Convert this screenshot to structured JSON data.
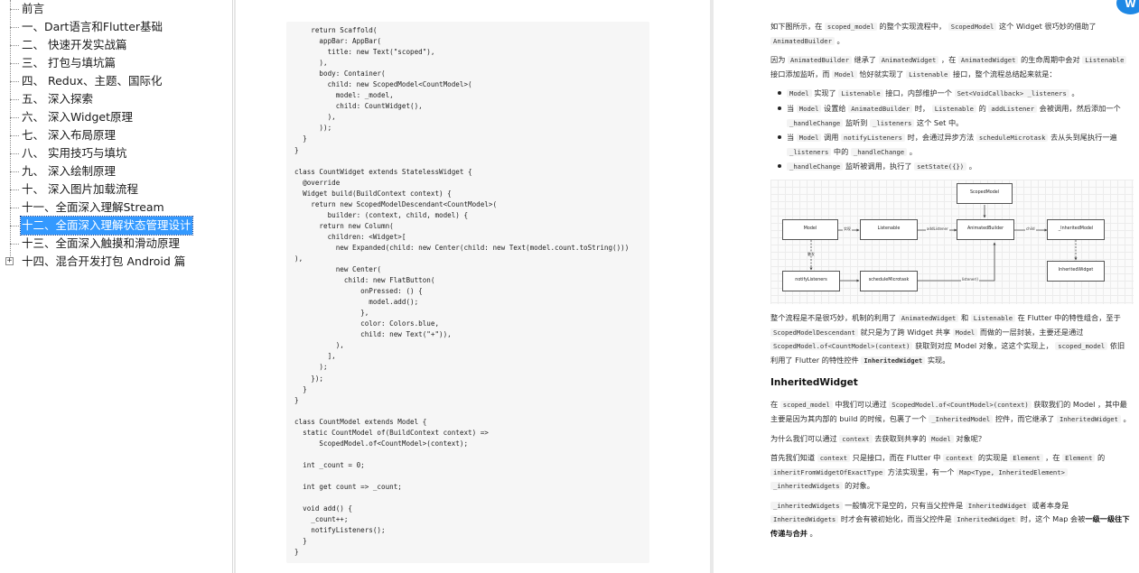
{
  "toc": {
    "items": [
      {
        "label": "前言",
        "selected": false,
        "expandable": false
      },
      {
        "label": "一、Dart语言和Flutter基础",
        "selected": false,
        "expandable": false
      },
      {
        "label": "二、 快速开发实战篇",
        "selected": false,
        "expandable": false
      },
      {
        "label": "三、 打包与填坑篇",
        "selected": false,
        "expandable": false
      },
      {
        "label": "四、 Redux、主题、国际化",
        "selected": false,
        "expandable": false
      },
      {
        "label": "五、 深入探索",
        "selected": false,
        "expandable": false
      },
      {
        "label": "六、 深入Widget原理",
        "selected": false,
        "expandable": false
      },
      {
        "label": "七、 深入布局原理",
        "selected": false,
        "expandable": false
      },
      {
        "label": "八、 实用技巧与填坑",
        "selected": false,
        "expandable": false
      },
      {
        "label": "九、 深入绘制原理",
        "selected": false,
        "expandable": false
      },
      {
        "label": "十、 深入图片加载流程",
        "selected": false,
        "expandable": false
      },
      {
        "label": "十一、全面深入理解Stream",
        "selected": false,
        "expandable": false
      },
      {
        "label": "十二、全面深入理解状态管理设计",
        "selected": true,
        "expandable": false
      },
      {
        "label": "十三、全面深入触摸和滑动原理",
        "selected": false,
        "expandable": false
      },
      {
        "label": "十四、混合开发打包 Android 篇",
        "selected": false,
        "expandable": true
      }
    ],
    "expander_symbol": "+"
  },
  "code": {
    "text": "    return Scaffold(\n      appBar: AppBar(\n        title: new Text(\"scoped\"),\n      ),\n      body: Container(\n        child: new ScopedModel<CountModel>(\n          model: _model,\n          child: CountWidget(),\n        ),\n      ));\n  }\n}\n\nclass CountWidget extends StatelessWidget {\n  @override\n  Widget build(BuildContext context) {\n    return new ScopedModelDescendant<CountModel>(\n        builder: (context, child, model) {\n      return new Column(\n        children: <Widget>[\n          new Expanded(child: new Center(child: new Text(model.count.toString()))\n),\n          new Center(\n            child: new FlatButton(\n                onPressed: () {\n                  model.add();\n                },\n                color: Colors.blue,\n                child: new Text(\"+\")),\n          ),\n        ],\n      );\n    });\n  }\n}\n\nclass CountModel extends Model {\n  static CountModel of(BuildContext context) =>\n      ScopedModel.of<CountModel>(context);\n\n  int _count = 0;\n\n  int get count => _count;\n\n  void add() {\n    _count++;\n    notifyListeners();\n  }\n}"
  },
  "article": {
    "p1": {
      "a": "如下图所示，在 ",
      "c1": "scoped_model",
      "b": " 的整个实现流程中， ",
      "c2": "ScopedModel",
      "c": " 这个 Widget 很巧妙的借助了 ",
      "c3": "AnimatedBuilder",
      "d": " 。"
    },
    "p2": {
      "a": "因为 ",
      "c1": "AnimatedBuilder",
      "b": " 继承了 ",
      "c2": "AnimatedWidget",
      "c": " ，在 ",
      "c3": "AnimatedWidget",
      "d": " 的生命周期中会对 ",
      "c4": "Listenable",
      "e": " 接口添加监听，而 ",
      "c5": "Model",
      "f": " 恰好就实现了 ",
      "c6": "Listenable",
      "g": " 接口，整个流程总结起来就是："
    },
    "bullets": [
      {
        "c1": "Model",
        "a": " 实现了 ",
        "c2": "Listenable",
        "b": " 接口，内部维护一个 ",
        "c3": "Set<VoidCallback> _listeners",
        "c": " 。"
      },
      {
        "pre": "当 ",
        "c1": "Model",
        "a": " 设置给 ",
        "c2": "AnimatedBuilder",
        "b": " 时， ",
        "c3": "Listenable",
        "c": " 的 ",
        "c4": "addListener",
        "d": " 会被调用，然后添加一个 ",
        "c5": "_handleChange",
        "e": " 监听到 ",
        "c6": "_listeners",
        "f": " 这个 Set 中。"
      },
      {
        "pre": "当 ",
        "c1": "Model",
        "a": " 调用 ",
        "c2": "notifyListeners",
        "b": " 时，会通过异步方法 ",
        "c3": "scheduleMicrotask",
        "c": " 去从头到尾执行一遍 ",
        "c4": "_listeners",
        "d": " 中的 ",
        "c5": "_handleChange",
        "e": " 。"
      },
      {
        "c1": "_handleChange",
        "a": " 监听被调用，执行了 ",
        "c2": "setState({})",
        "b": " 。"
      }
    ],
    "diagram": {
      "nodes": {
        "scoped_model": "ScopedModel",
        "model": "Model",
        "listenable": "Listenable",
        "animated_builder": "AnimatedBuilder",
        "inherited_model": "_InheritedModel",
        "inherited_widget": "InheritedWidget",
        "notify_listeners": "notifyListeners",
        "schedule_microtask": "scheduleMicrotask"
      },
      "edge_labels": {
        "impl": "实现",
        "add_listener": "addListener",
        "child": "child",
        "trigger": "触发",
        "listener": "listener()"
      }
    },
    "p3": {
      "a": "整个流程是不是很巧妙，机制的利用了 ",
      "c1": "AnimatedWidget",
      "b": " 和 ",
      "c2": "Listenable",
      "c": " 在 Flutter 中的特性组合，至于 ",
      "c3": "ScopedModelDescendant",
      "d": " 就只是为了跨 Widget 共享 ",
      "c4": "Model",
      "e": " 而做的一层封装，主要还是通过 ",
      "c5": "ScopedModel.of<CountModel>(context)",
      "f": " 获取到对应 Model 对象，这这个实现上， ",
      "c6": "scoped_model",
      "g": " 依旧利用了 Flutter 的特性控件 ",
      "c7": "InheritedWidget",
      "h": " 实现。"
    },
    "h_inherited": "InheritedWidget",
    "p4": {
      "a": "在 ",
      "c1": "scoped_model",
      "b": " 中我们可以通过 ",
      "c2": "ScopedModel.of<CountModel>(context)",
      "c": " 获取我们的 Model ，其中最主要是因为其内部的 build 的时候，包裹了一个 ",
      "c3": "_InheritedModel",
      "d": " 控件，而它继承了 ",
      "c4": "InheritedWidget",
      "e": " 。"
    },
    "p5": {
      "a": "为什么我们可以通过 ",
      "c1": "context",
      "b": " 去获取到共享的 ",
      "c2": "Model",
      "c": " 对象呢？"
    },
    "p6": {
      "a": "首先我们知道 ",
      "c1": "context",
      "b": " 只是接口，而在 Flutter 中 ",
      "c2": "context",
      "c": " 的实现是 ",
      "c3": "Element",
      "d": " ，在 ",
      "c4": "Element",
      "e": " 的 ",
      "c5": "inheritFromWidgetOfExactType",
      "f": " 方法实现里，有一个 ",
      "c6": "Map<Type, InheritedElement>",
      "g": " ",
      "c7": "_inheritedWidgets",
      "h": " 的对象。"
    },
    "p7": {
      "c1": "_inheritedWidgets",
      "a": " 一般情况下是空的，只有当父控件是 ",
      "c2": "InheritedWidget",
      "b": " 或者本身是 ",
      "c3": "InheritedWidgets",
      "c": " 时才会有被初始化，而当父控件是 ",
      "c4": "InheritedWidget",
      "d": " 时，这个 Map 会被",
      "bold": "一级一级往下传递与合并",
      "e": " 。"
    }
  },
  "badge": {
    "label": "W"
  }
}
